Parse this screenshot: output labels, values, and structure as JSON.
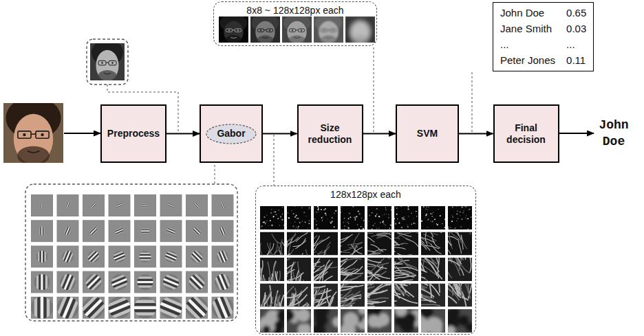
{
  "diagram": {
    "nodes": [
      {
        "text": [
          "Preprocess"
        ]
      },
      {
        "text": [
          "Gabor"
        ]
      },
      {
        "text": [
          "Size reduction"
        ]
      },
      {
        "text": [
          "SVM"
        ]
      },
      {
        "text": [
          "Final decision"
        ]
      },
      {
        "text": [
          "8x8 ~ 128x128px each"
        ]
      },
      {
        "text": [
          "John Doe",
          "0.65",
          "Jane Smith",
          "0.03",
          "...",
          "...",
          "Peter Jones",
          "0.11"
        ]
      },
      {
        "text": [
          "128x128px each"
        ]
      }
    ],
    "edges": [
      {
        "from": 0,
        "to": 1,
        "arrow": "to"
      },
      {
        "from": 1,
        "to": 2,
        "arrow": "to"
      },
      {
        "from": 2,
        "to": 3,
        "arrow": "to"
      },
      {
        "from": 3,
        "to": 4,
        "arrow": "to"
      }
    ],
    "labels": [
      "John Doe"
    ]
  }
}
